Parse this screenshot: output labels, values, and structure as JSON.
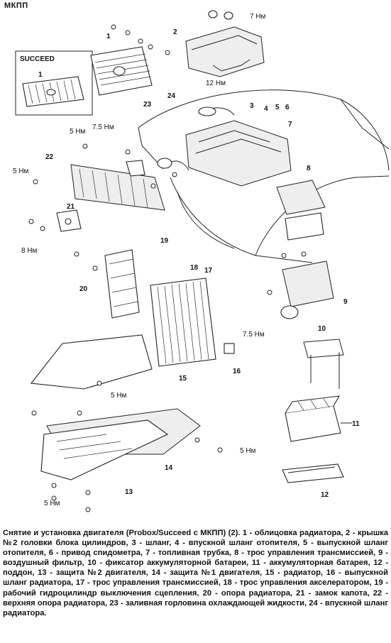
{
  "header": {
    "code": "МКПП"
  },
  "inset": {
    "label": "SUCCEED"
  },
  "callouts": [
    "1",
    "1",
    "2",
    "3",
    "4",
    "5",
    "6",
    "7",
    "8",
    "9",
    "10",
    "11",
    "12",
    "13",
    "14",
    "15",
    "16",
    "17",
    "18",
    "19",
    "20",
    "21",
    "22",
    "23",
    "24"
  ],
  "torques": {
    "t7": "7 Нм",
    "t12": "12 Нм",
    "t5a": "5 Нм",
    "t75a": "7.5 Нм",
    "t5b": "5 Нм",
    "t8": "8 Нм",
    "t75b": "7.5 Нм",
    "t5c": "5 Нм",
    "t5d": "5 Нм",
    "t5e": "5 Нм"
  },
  "caption": {
    "title": "Снятие и установка двигателя (Probox/Succeed с МКПП) (2).",
    "body": " 1 - облицовка радиатора, 2 - крышка №2 головки блока цилиндров, 3 - шланг, 4 - впускной шланг отопителя, 5 - выпускной шланг отопителя, 6 - привод спидометра, 7 - топливная трубка, 8 - трос управления трансмиссией, 9 - воздушный фильтр, 10 - фиксатор аккумуляторной батареи, 11 - аккумуляторная батарея, 12 - поддон, 13 - защита №2 двигателя, 14 - защита №1 двигателя, 15 - радиатор, 16 - выпускной шланг радиатора, 17 - трос управления трансмиссией, 18 - трос управления акселератором, 19 - рабочий гидроцилиндр выключения сцепления, 20 - опора радиатора, 21 - замок капота, 22 - верхняя опора радиатора, 23 - заливная горловина охлаждающей жидкости, 24 - впускной шланг радиатора."
  }
}
